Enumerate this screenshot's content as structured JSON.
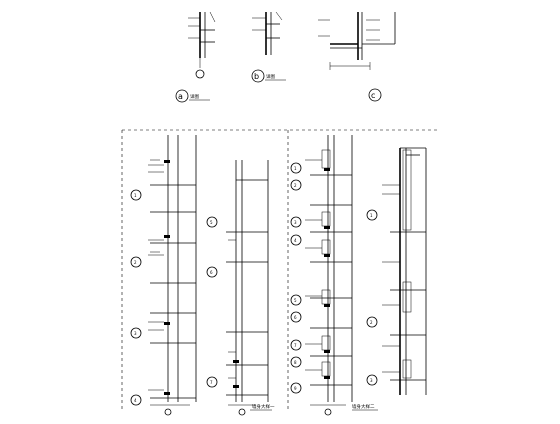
{
  "sheet": {
    "background": "#ffffff",
    "line_color": "#000000"
  },
  "details_top": [
    {
      "id": "a",
      "marker": "a",
      "caption": "详图"
    },
    {
      "id": "b",
      "marker": "b",
      "caption": "详图"
    },
    {
      "id": "c",
      "marker": "c",
      "caption": ""
    }
  ],
  "sections": [
    {
      "id": "s1",
      "caption": "墙身大样一"
    },
    {
      "id": "s2",
      "caption": "墙身大样二"
    }
  ],
  "markers": {
    "s1_left": [
      "1",
      "2",
      "3",
      "4"
    ],
    "s1_right": [
      "5",
      "6",
      "7"
    ],
    "s2_left": [
      "1",
      "2",
      "3",
      "4",
      "5",
      "6",
      "7",
      "8",
      "9"
    ],
    "s2_right": [
      "1",
      "2",
      "3"
    ]
  }
}
